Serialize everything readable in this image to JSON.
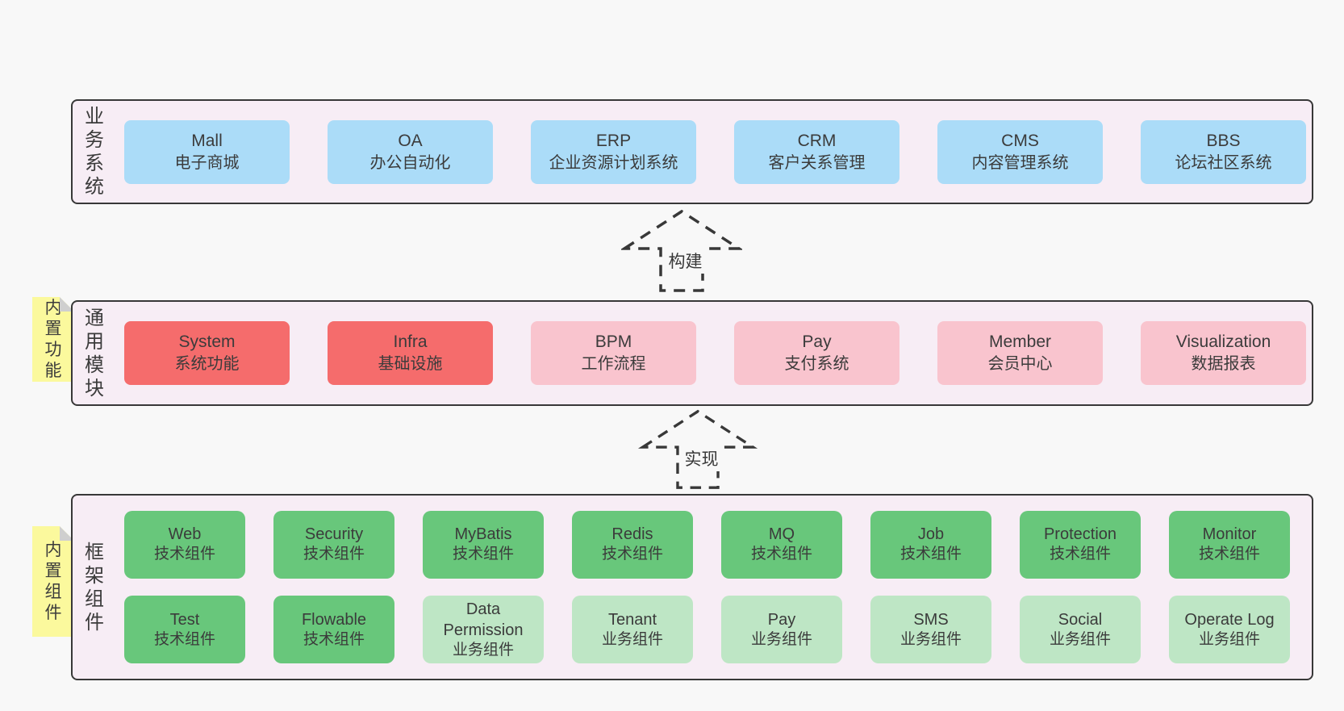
{
  "colors": {
    "page_bg": "#f8f8f8",
    "band_bg": "#f7edf5",
    "band_border": "#383838",
    "box_blue": "#abdcf8",
    "box_red": "#f56c6c",
    "box_pink": "#f9c4ce",
    "box_green": "#68c77b",
    "box_light_green": "#bee6c5",
    "sticky_yellow": "#fbf99d",
    "sticky_fold": "#cfcfcf",
    "text_color": "#3b3b3b"
  },
  "arrows": [
    {
      "label": "构建"
    },
    {
      "label": "实现"
    }
  ],
  "bands": [
    {
      "label": "业务系统",
      "boxes": [
        {
          "name": "Mall",
          "subtitle": "电子商城",
          "type": "blue"
        },
        {
          "name": "OA",
          "subtitle": "办公自动化",
          "type": "blue"
        },
        {
          "name": "ERP",
          "subtitle": "企业资源计划系统",
          "type": "blue"
        },
        {
          "name": "CRM",
          "subtitle": "客户关系管理",
          "type": "blue"
        },
        {
          "name": "CMS",
          "subtitle": "内容管理系统",
          "type": "blue"
        },
        {
          "name": "BBS",
          "subtitle": "论坛社区系统",
          "type": "blue"
        }
      ]
    },
    {
      "label": "通用模块",
      "sticky": "内置功能",
      "boxes": [
        {
          "name": "System",
          "subtitle": "系统功能",
          "type": "red"
        },
        {
          "name": "Infra",
          "subtitle": "基础设施",
          "type": "red"
        },
        {
          "name": "BPM",
          "subtitle": "工作流程",
          "type": "pink"
        },
        {
          "name": "Pay",
          "subtitle": "支付系统",
          "type": "pink"
        },
        {
          "name": "Member",
          "subtitle": "会员中心",
          "type": "pink"
        },
        {
          "name": "Visualization",
          "subtitle": "数据报表",
          "type": "pink"
        }
      ]
    },
    {
      "label": "框架组件",
      "sticky": "内置组件",
      "boxes": [
        {
          "name": "Web",
          "subtitle": "技术组件",
          "type": "green"
        },
        {
          "name": "Security",
          "subtitle": "技术组件",
          "type": "green"
        },
        {
          "name": "MyBatis",
          "subtitle": "技术组件",
          "type": "green"
        },
        {
          "name": "Redis",
          "subtitle": "技术组件",
          "type": "green"
        },
        {
          "name": "MQ",
          "subtitle": "技术组件",
          "type": "green"
        },
        {
          "name": "Job",
          "subtitle": "技术组件",
          "type": "green"
        },
        {
          "name": "Protection",
          "subtitle": "技术组件",
          "type": "green"
        },
        {
          "name": "Monitor",
          "subtitle": "技术组件",
          "type": "green"
        },
        {
          "name": "Test",
          "subtitle": "技术组件",
          "type": "green"
        },
        {
          "name": "Flowable",
          "subtitle": "技术组件",
          "type": "green"
        },
        {
          "name": "Data Permission",
          "subtitle": "业务组件",
          "type": "light_green"
        },
        {
          "name": "Tenant",
          "subtitle": "业务组件",
          "type": "light_green"
        },
        {
          "name": "Pay",
          "subtitle": "业务组件",
          "type": "light_green"
        },
        {
          "name": "SMS",
          "subtitle": "业务组件",
          "type": "light_green"
        },
        {
          "name": "Social",
          "subtitle": "业务组件",
          "type": "light_green"
        },
        {
          "name": "Operate Log",
          "subtitle": "业务组件",
          "type": "light_green"
        }
      ]
    }
  ]
}
